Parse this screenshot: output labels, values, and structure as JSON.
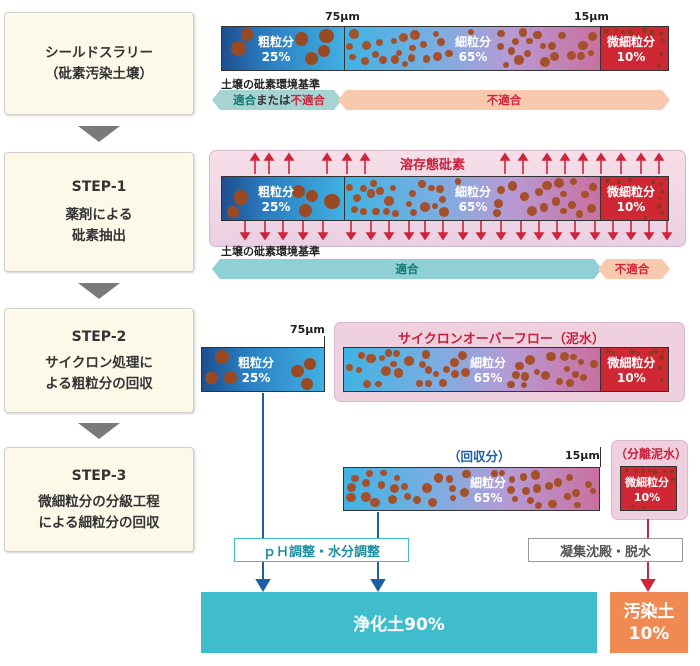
{
  "steps": [
    {
      "title": "シールドスラリー",
      "subtitle": "（砒素汚染土壌）"
    },
    {
      "title": "STEP-1",
      "line1": "薬剤による",
      "line2": "砒素抽出"
    },
    {
      "title": "STEP-2",
      "line1": "サイクロン処理に",
      "line2": "よる粗粒分の回収"
    },
    {
      "title": "STEP-3",
      "line1": "微細粒分の分級工程",
      "line2": "による細粒分の回収"
    }
  ],
  "fractions": {
    "coarse_name": "粗粒分",
    "coarse_pct": "25%",
    "fine_name": "細粒分",
    "fine_pct": "65%",
    "ufine_name": "微細粒分",
    "ufine_pct": "10%"
  },
  "sizes": {
    "s75": "75μm",
    "s15": "15μm"
  },
  "standard_label": "土壌の砒素環境基準",
  "row1": {
    "left_a": "適合",
    "left_b": "または",
    "left_c": "不適合",
    "right": "不適合"
  },
  "row2": {
    "zone_title": "溶存態砒素",
    "left": "適合",
    "right": "不適合"
  },
  "row3": {
    "zone_title": "サイクロンオーバーフロー（泥水）"
  },
  "row4": {
    "recovered": "（回収分）",
    "separated": "（分離泥水）"
  },
  "process": {
    "ph": "ｐＨ調整・水分調整",
    "coag": "凝集沈殿・脱水"
  },
  "results": {
    "clean": "浄化土90%",
    "contam_line1": "汚染土",
    "contam_line2": "10%"
  },
  "colors": {
    "accent_teal": "#3fbdcd",
    "accent_orange": "#f08a52",
    "arsenic_red": "#cf2734",
    "dark_blue": "#1d5fa5"
  }
}
